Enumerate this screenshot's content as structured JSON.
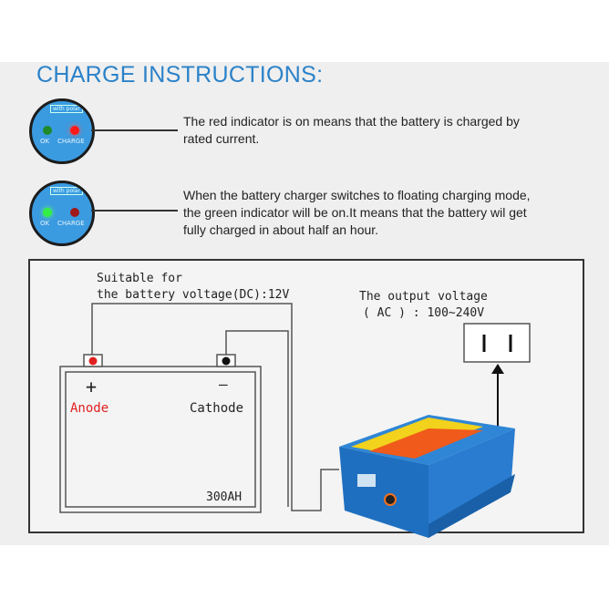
{
  "title": "CHARGE INSTRUCTIONS:",
  "indicators": [
    {
      "tag": "with polar",
      "ok": "OK",
      "charge": "CHARGE",
      "text": "The red indicator is on means that the battery is charged by rated current.",
      "line1": "The red indicator is on means that the battery is charged by",
      "line2": "rated current."
    },
    {
      "tag": "with polar",
      "ok": "OK",
      "charge": "CHARGE",
      "line1": "When the battery charger switches to floating charging mode,",
      "line2": "the green indicator will be on.It means that the battery wil get",
      "line3": "fully charged in about half an hour."
    }
  ],
  "diagram": {
    "suitable_line1": "Suitable for",
    "suitable_line2": "the battery voltage(DC):12V",
    "output_line1": "The output voltage",
    "output_line2": "( AC ) : 100~240V",
    "plus": "+",
    "minus": "—",
    "anode": "Anode",
    "cathode": "Cathode",
    "capacity": "300AH"
  },
  "colors": {
    "accent": "#2b82c9",
    "anode": "#e02020"
  }
}
